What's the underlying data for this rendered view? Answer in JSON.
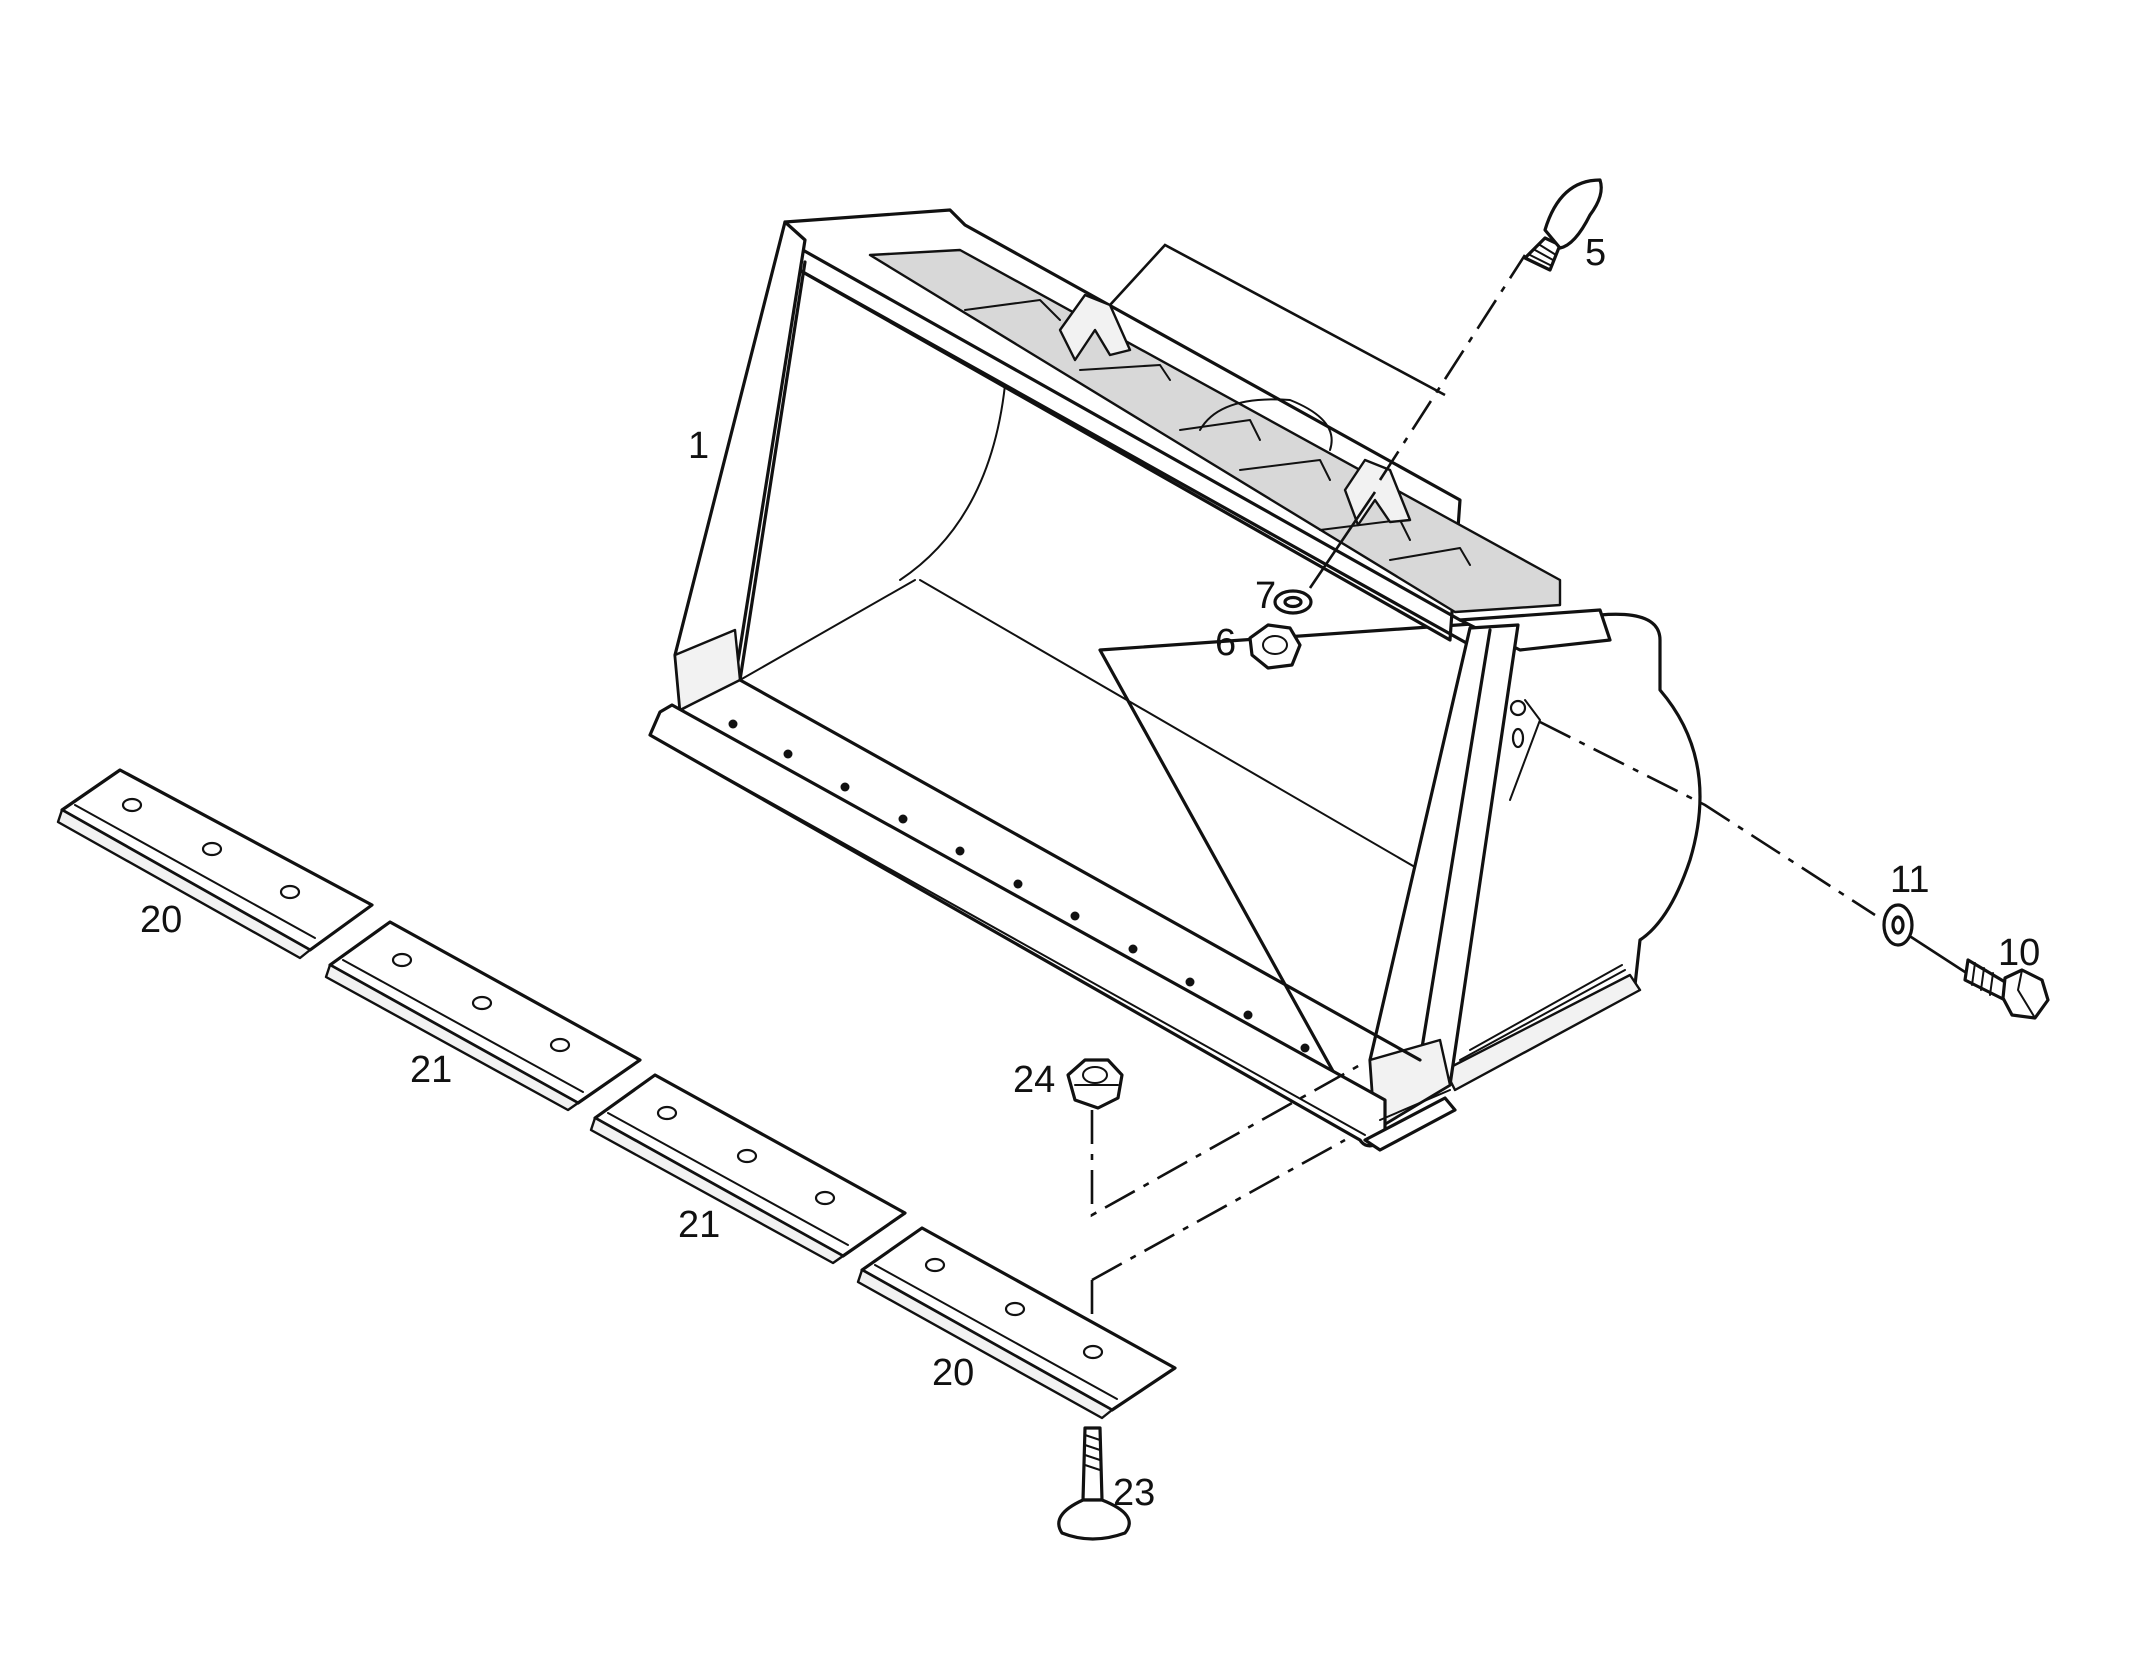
{
  "callouts": {
    "c1": "1",
    "c5": "5",
    "c6": "6",
    "c7": "7",
    "c10": "10",
    "c11": "11",
    "c20a": "20",
    "c20b": "20",
    "c21a": "21",
    "c21b": "21",
    "c23": "23",
    "c24": "24"
  }
}
